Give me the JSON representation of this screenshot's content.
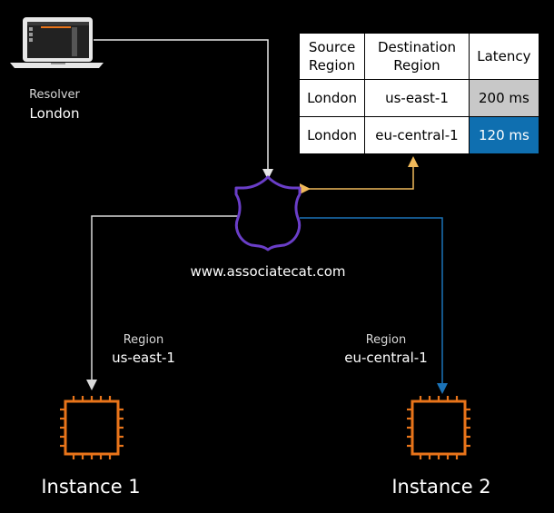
{
  "resolver": {
    "title": "Resolver",
    "location": "London"
  },
  "domain": "www.associatecat.com",
  "table": {
    "headers": [
      "Source\nRegion",
      "Destination\nRegion",
      "Latency"
    ],
    "rows": [
      [
        "London",
        "us-east-1",
        "200 ms"
      ],
      [
        "London",
        "eu-central-1",
        "120 ms"
      ]
    ]
  },
  "left": {
    "region_title": "Region",
    "region_name": "us-east-1",
    "instance_label": "Instance 1"
  },
  "right": {
    "region_title": "Region",
    "region_name": "eu-central-1",
    "instance_label": "Instance 2"
  },
  "colors": {
    "shield": "#6a3ec8",
    "left_arrow": "#d9d9d9",
    "right_arrow": "#1b73b8",
    "lookup_arrow": "#f0b95a",
    "chip": "#e8741a",
    "latency_high": "#c8c8c8",
    "latency_low": "#0f6fb0"
  },
  "icons": [
    "laptop-icon",
    "route53-shield-icon",
    "ec2-instance-icon"
  ]
}
